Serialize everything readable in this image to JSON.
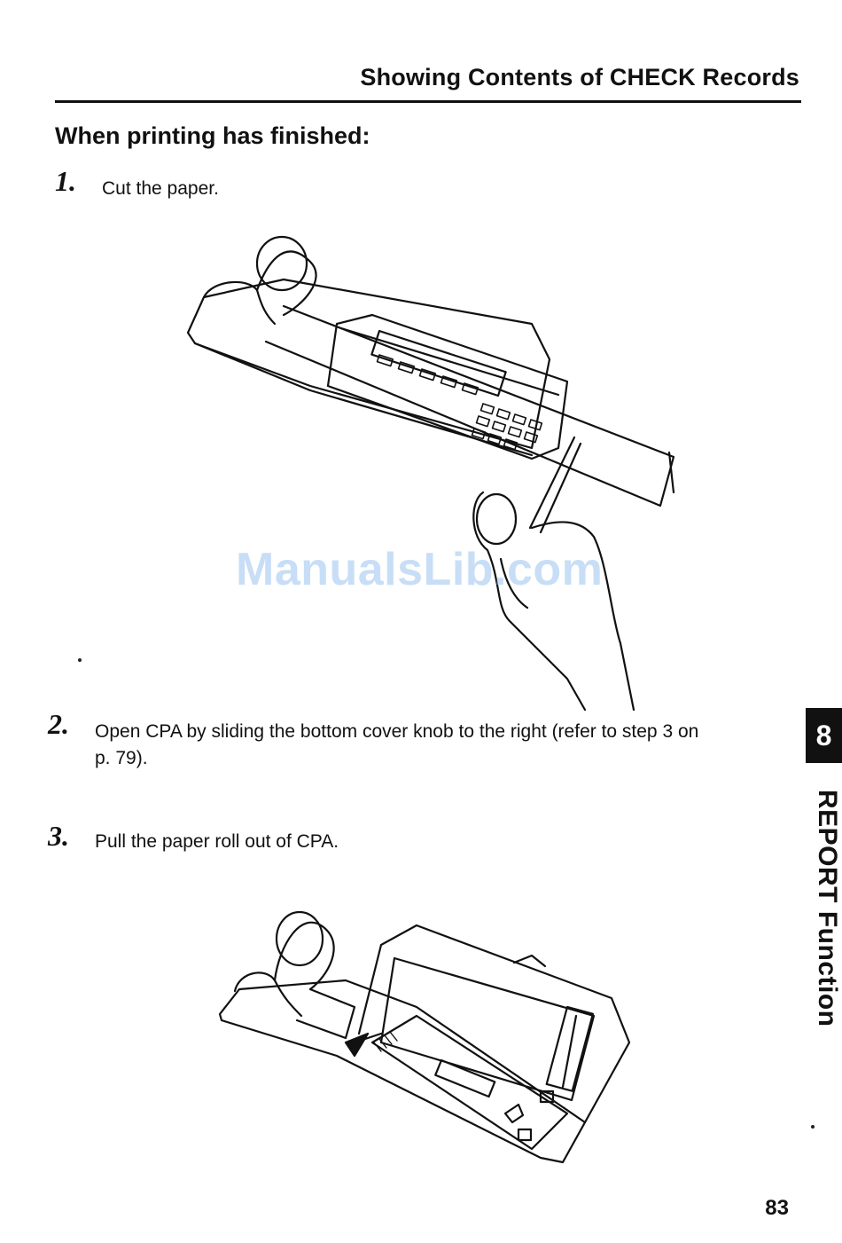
{
  "header": {
    "title": "Showing Contents of CHECK Records"
  },
  "section": {
    "heading": "When printing has finished:"
  },
  "steps": [
    {
      "number": "1.",
      "text": "Cut the paper."
    },
    {
      "number": "2.",
      "text": "Open CPA by sliding the bottom cover knob to the right (refer to step 3 on p. 79)."
    },
    {
      "number": "3.",
      "text": "Pull the paper roll out of CPA."
    }
  ],
  "figures": {
    "cut_paper": {
      "icon": "scissors-cutting-paper-illustration"
    },
    "pull_roll": {
      "icon": "open-cpa-paper-roll-illustration"
    }
  },
  "watermark": "ManualsLib.com",
  "chapter": {
    "number": "8",
    "title": "REPORT Function"
  },
  "page_number": "83"
}
